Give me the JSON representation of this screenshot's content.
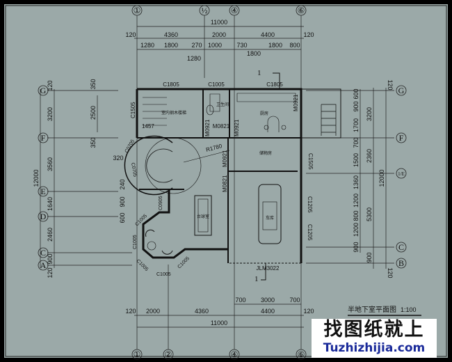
{
  "drawing": {
    "title": "半地下室平面图",
    "scale": "1:100",
    "colors": {
      "background": "#9ba9a8",
      "line": "#1a1a1a",
      "frame": "#000000"
    },
    "axes_top": [
      "①",
      "½",
      "④",
      "⑥"
    ],
    "axes_bottom": [
      "①",
      "②",
      "④",
      "⑥"
    ],
    "axes_left": [
      "G",
      "F",
      "E",
      "D",
      "C",
      "A"
    ],
    "axes_right": [
      "G",
      "F",
      "1/E",
      "C",
      "B"
    ],
    "dims_top": {
      "total": "11000",
      "row2": [
        "120",
        "4360",
        "2000",
        "4400",
        "120"
      ],
      "row3": [
        "1280",
        "1800",
        "270",
        "1000",
        "730",
        "1800",
        "800"
      ],
      "sub": [
        "1280",
        "1800"
      ]
    },
    "dims_bottom": {
      "total": "11000",
      "row2": [
        "120",
        "2000",
        "4360",
        "4400",
        "120"
      ],
      "row1": [
        "700",
        "3000",
        "700"
      ]
    },
    "dims_left": {
      "total": "12000",
      "row2": [
        "120",
        "3200",
        "3560",
        "1640",
        "2460",
        "900",
        "120"
      ],
      "row3": [
        "350",
        "2500",
        "350"
      ],
      "row4": [
        "320",
        "240",
        "900",
        "600"
      ]
    },
    "dims_right": {
      "total": "12000",
      "row2": [
        "120",
        "3200",
        "2360",
        "5300",
        "900",
        "120"
      ],
      "row3": [
        "600",
        "900",
        "1700",
        "700",
        "1500",
        "1360",
        "1200",
        "800",
        "1200",
        "900"
      ]
    },
    "windows": [
      "C1805",
      "C1005",
      "C1805",
      "C1505",
      "C1505",
      "C1205",
      "C1205",
      "C0705",
      "C0705",
      "C0905",
      "C1005",
      "C1005",
      "C1005",
      "C1005",
      "C1005"
    ],
    "doors": [
      "M0921",
      "M0821",
      "M0921",
      "M0921",
      "M0821",
      "M0921",
      "JLM3022"
    ],
    "radius": "R1780",
    "dim_1457": "1457",
    "section_mark": "1",
    "rooms": {
      "stair": "室内钢木楼梯",
      "bath": "卫生间",
      "kitchen": "厨房",
      "storage": "储物房",
      "billiard": "台球室",
      "garage": "车库"
    }
  },
  "watermark": {
    "cn": "找图纸就上",
    "en": "Tuzhizhijia.com"
  }
}
